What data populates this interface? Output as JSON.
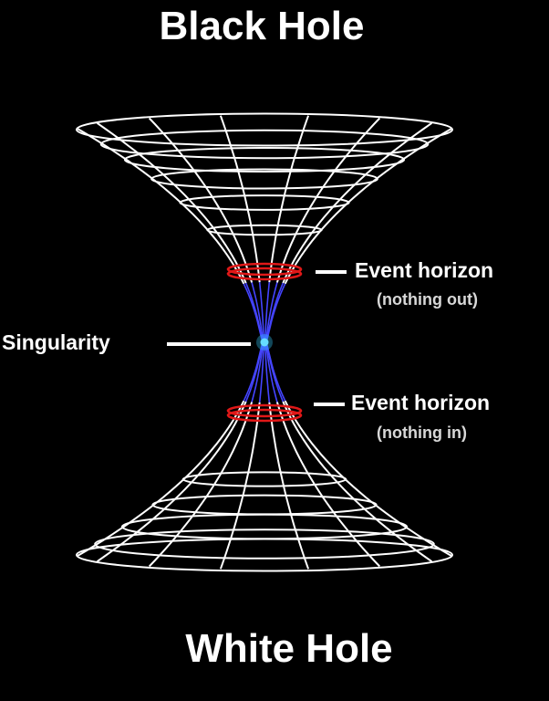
{
  "title_top": "Black Hole",
  "title_bottom": "White Hole",
  "labels": {
    "event_horizon_top": {
      "main": "Event horizon",
      "sub": "(nothing out)"
    },
    "singularity": "Singularity",
    "event_horizon_bottom": {
      "main": "Event horizon",
      "sub": "(nothing in)"
    }
  },
  "colors": {
    "background": "#000000",
    "mesh": "#ffffff",
    "inner_mesh": "#4444ff",
    "horizon_ring": "#e01818",
    "singularity": "#33ccff"
  }
}
